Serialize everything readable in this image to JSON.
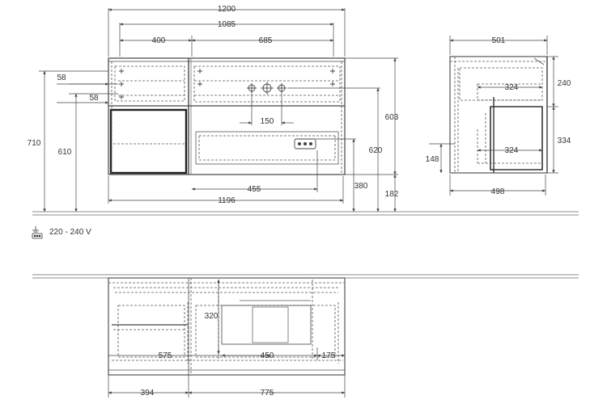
{
  "front_view": {
    "width_total": "1200",
    "width_inner": "1085",
    "width_left": "400",
    "width_right": "685",
    "height_total": "710",
    "height_floor": "610",
    "top_offset_1": "58",
    "top_offset_2": "58",
    "tap_spacing": "150",
    "height_603": "603",
    "height_620": "620",
    "socket_offset": "455",
    "height_380": "380",
    "height_182": "182",
    "width_bottom": "1196"
  },
  "side_view": {
    "depth_top": "501",
    "drawer_depth_upper": "324",
    "drawer_depth_lower": "324",
    "height_upper": "240",
    "height_lower": "334",
    "base_height": "148",
    "depth_bottom": "498"
  },
  "power": {
    "icon": "socket-ground-icon",
    "label": "220 - 240 V"
  },
  "top_view": {
    "height_320": "320",
    "width_575": "575",
    "width_450": "450",
    "width_175": "175",
    "width_394": "394",
    "width_775": "775"
  },
  "colors": {
    "line": "#555555",
    "dark": "#333333",
    "cabinet_fill": "#ffffff"
  }
}
